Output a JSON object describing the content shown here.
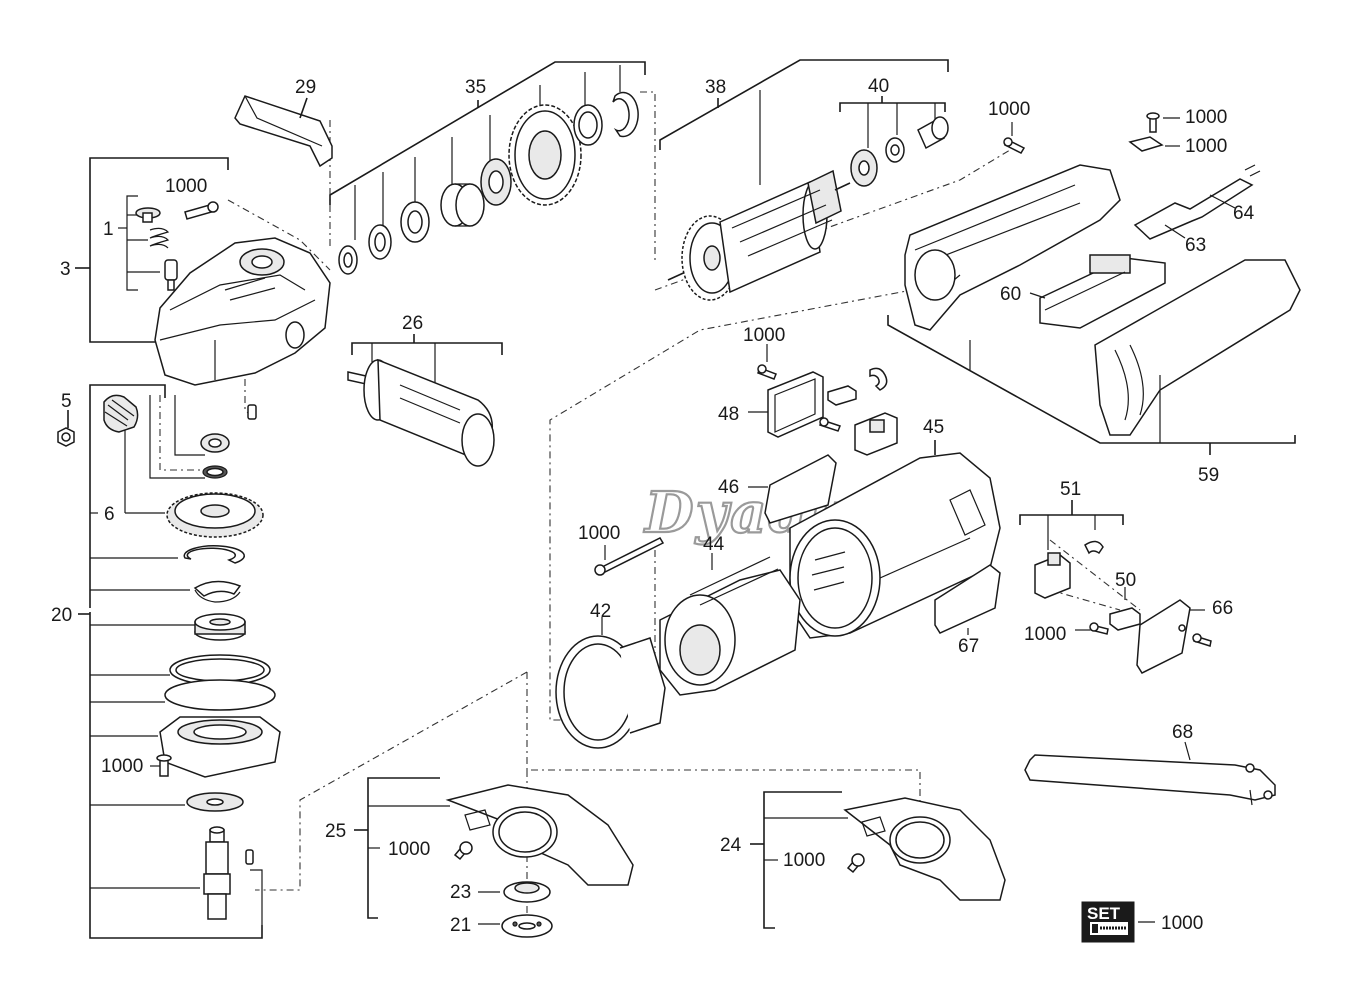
{
  "diagram": {
    "labels": {
      "p1": "1",
      "p3": "3",
      "p5": "5",
      "p6": "6",
      "p20": "20",
      "p21": "21",
      "p23": "23",
      "p24": "24",
      "p25": "25",
      "p26": "26",
      "p29": "29",
      "p35": "35",
      "p38": "38",
      "p40": "40",
      "p42": "42",
      "p44": "44",
      "p45": "45",
      "p46": "46",
      "p48": "48",
      "p50": "50",
      "p51": "51",
      "p59": "59",
      "p60": "60",
      "p63": "63",
      "p64": "64",
      "p66": "66",
      "p67": "67",
      "p68": "68",
      "screw": "1000"
    },
    "watermark": {
      "text": "DyadkO",
      "mark": "®"
    },
    "set_badge": "SET"
  }
}
